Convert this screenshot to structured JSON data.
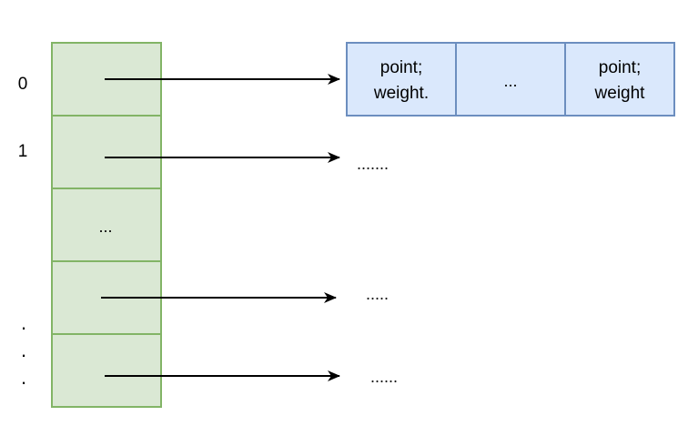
{
  "colors": {
    "array_fill": "#dae8d4",
    "array_stroke": "#82b466",
    "node_fill": "#dae8fc",
    "node_stroke": "#6c8ebf",
    "arrow": "#000000",
    "text": "#000000"
  },
  "index_labels": {
    "first": "0",
    "second": "1",
    "dot_top": ".",
    "dot_mid": ".",
    "dot_bottom": "."
  },
  "array_cells": {
    "cell_0": "",
    "cell_1": "",
    "cell_2": "...",
    "cell_3": "",
    "cell_4": ""
  },
  "list_node": {
    "left_line1": "point;",
    "left_line2": "weight.",
    "middle": "...",
    "right_line1": "point;",
    "right_line2": "weight"
  },
  "arrow_targets": {
    "row_1": ".......",
    "row_3": ".....",
    "row_4": "......"
  }
}
